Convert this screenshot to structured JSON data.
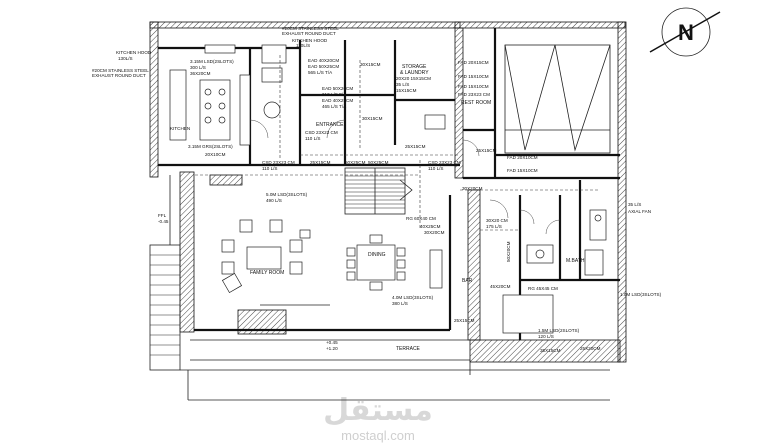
{
  "labels": {
    "kitchen_hood_top": "KITCHEN HOOD",
    "kitchen_hood_top_flow": "130L/S",
    "ss_duct_top": "#20CM STAINLESS STEEL",
    "exhaust_duct_top": "EXHAUST ROUND DUCT",
    "kitchen_hood_mid": "KITCHEN HOOD",
    "kitchen_hood_mid_flow": "110L/S",
    "ss_duct_left": "#20CM STAINLESS STEEL",
    "exhaust_duct_left": "EXHAUST ROUND DUCT",
    "lsd_kitchen_top": "3.15M LSD(2SLOTS)",
    "lsd_kitchen_top_flow": "300 L/S",
    "lsd_kitchen_top_size": "36X20CM",
    "kitchen": "KITCHEN",
    "lsd_kitchen_bottom": "3.15M GRS(2SLOTS)",
    "ead_1": "EAD 40X20CM",
    "ead_1b": "EAD 50X25CM",
    "ead_1c": "565 L/S T/A",
    "ead_2": "EAD 50X20CM",
    "ead_2b": "610 L/S F/A",
    "ead_2c": "EAD 40X25CM",
    "ead_2d": "465 L/S T/A",
    "storage": "STORAGE",
    "laundry": "& LAUNDRY",
    "storage_size": "20X20 15X15CM",
    "storage_flow": "35 L/S",
    "storage_size2": "15X15CM",
    "fad_1": "FAD 20X15CM",
    "fad_2": "FAD 15X10CM",
    "fad_3": "FAD 15X10CM",
    "fad_4": "FAD 23X23 CM",
    "rest_room": "REST ROOM",
    "size_30x15": "30X15CM",
    "entrance": "ENTRANCE",
    "csd_1": "CSD 23X23 CM",
    "csd_1_flow": "110 L/S",
    "size_20x10": "20X10CM",
    "size_25x15": "25X15CM",
    "csd_2": "CSD 23X23 CM",
    "csd_2_flow": "110 L/S",
    "size_50x25": "50X25CM",
    "size_25x15b": "25X15CM",
    "size_30x20": "30X20CM",
    "size_50x25b": "50X25CM",
    "csd_3": "CSD 23X23 CM",
    "csd_3_flow": "110 L/S",
    "size_25x15c": "25X15CM",
    "fad_5": "FAD 20X10CM",
    "fad_6": "FAD 15X10CM",
    "lsd_family": "5.0M LSD(3SLOTS)",
    "lsd_family_flow": "490 L/S",
    "family_room": "FAMILY ROOM",
    "dining": "DINING",
    "lsd_dining": "4.0M LSD(3SLOTS)",
    "lsd_dining_flow": "380 L/S",
    "size_60x40": "RG 60X40 CM",
    "size_40x25": "40X25CM",
    "size_30x20b": "30X20CM",
    "size_30x20c": "30X20 CM",
    "flow_175": "175 L/S",
    "size_45x20": "45X20CM",
    "size_50x20": "50X20CM",
    "bar": "BAR",
    "size_25x15d": "25X15CM",
    "m_bath": "M.BATH",
    "rg_45x45": "RG 45X45 CM",
    "lsd_bath": "1.5M LSD(2SLOTS)",
    "lsd_bath_flow": "120 L/S",
    "size_35x15": "35X15CM",
    "size_25x20": "25X20CM",
    "axial_fan_flow": "35 L/S",
    "axial_fan": "AXIAL FAN",
    "lsd_right": "1.0M LSD(3SLOTS)",
    "terrace": "TERRACE",
    "level_mark": "+0.45",
    "level_mark2": "+1.20",
    "level_left": "FFL",
    "level_left2": "-0.45",
    "north": "N"
  },
  "watermark": {
    "arabic": "مستقل",
    "latin": "mostaql.com"
  },
  "colors": {
    "line": "#111111",
    "background": "#ffffff",
    "watermark": "#d0d0d0"
  }
}
